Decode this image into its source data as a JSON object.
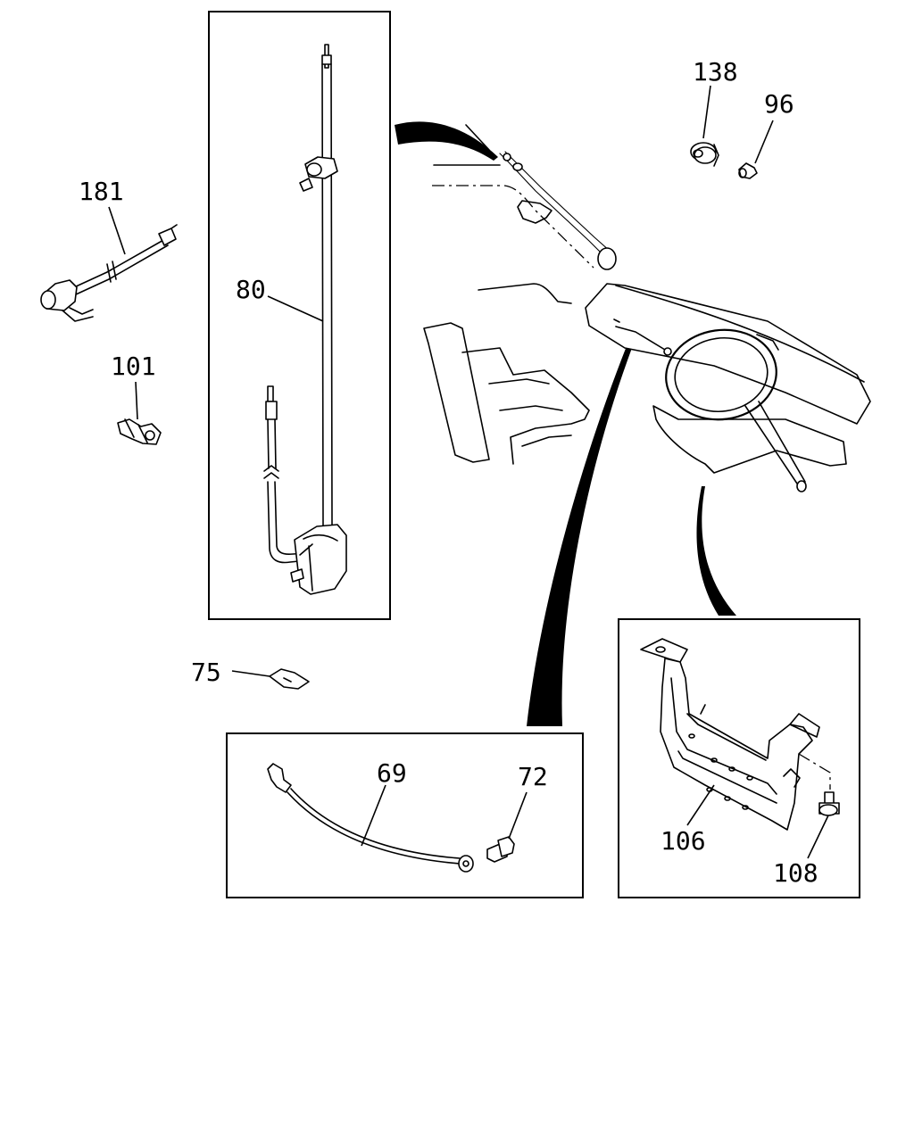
{
  "callouts": {
    "c181": "181",
    "c101": "101",
    "c80": "80",
    "c138": "138",
    "c96": "96",
    "c75": "75",
    "c69": "69",
    "c72": "72",
    "c106": "106",
    "c108": "108"
  }
}
